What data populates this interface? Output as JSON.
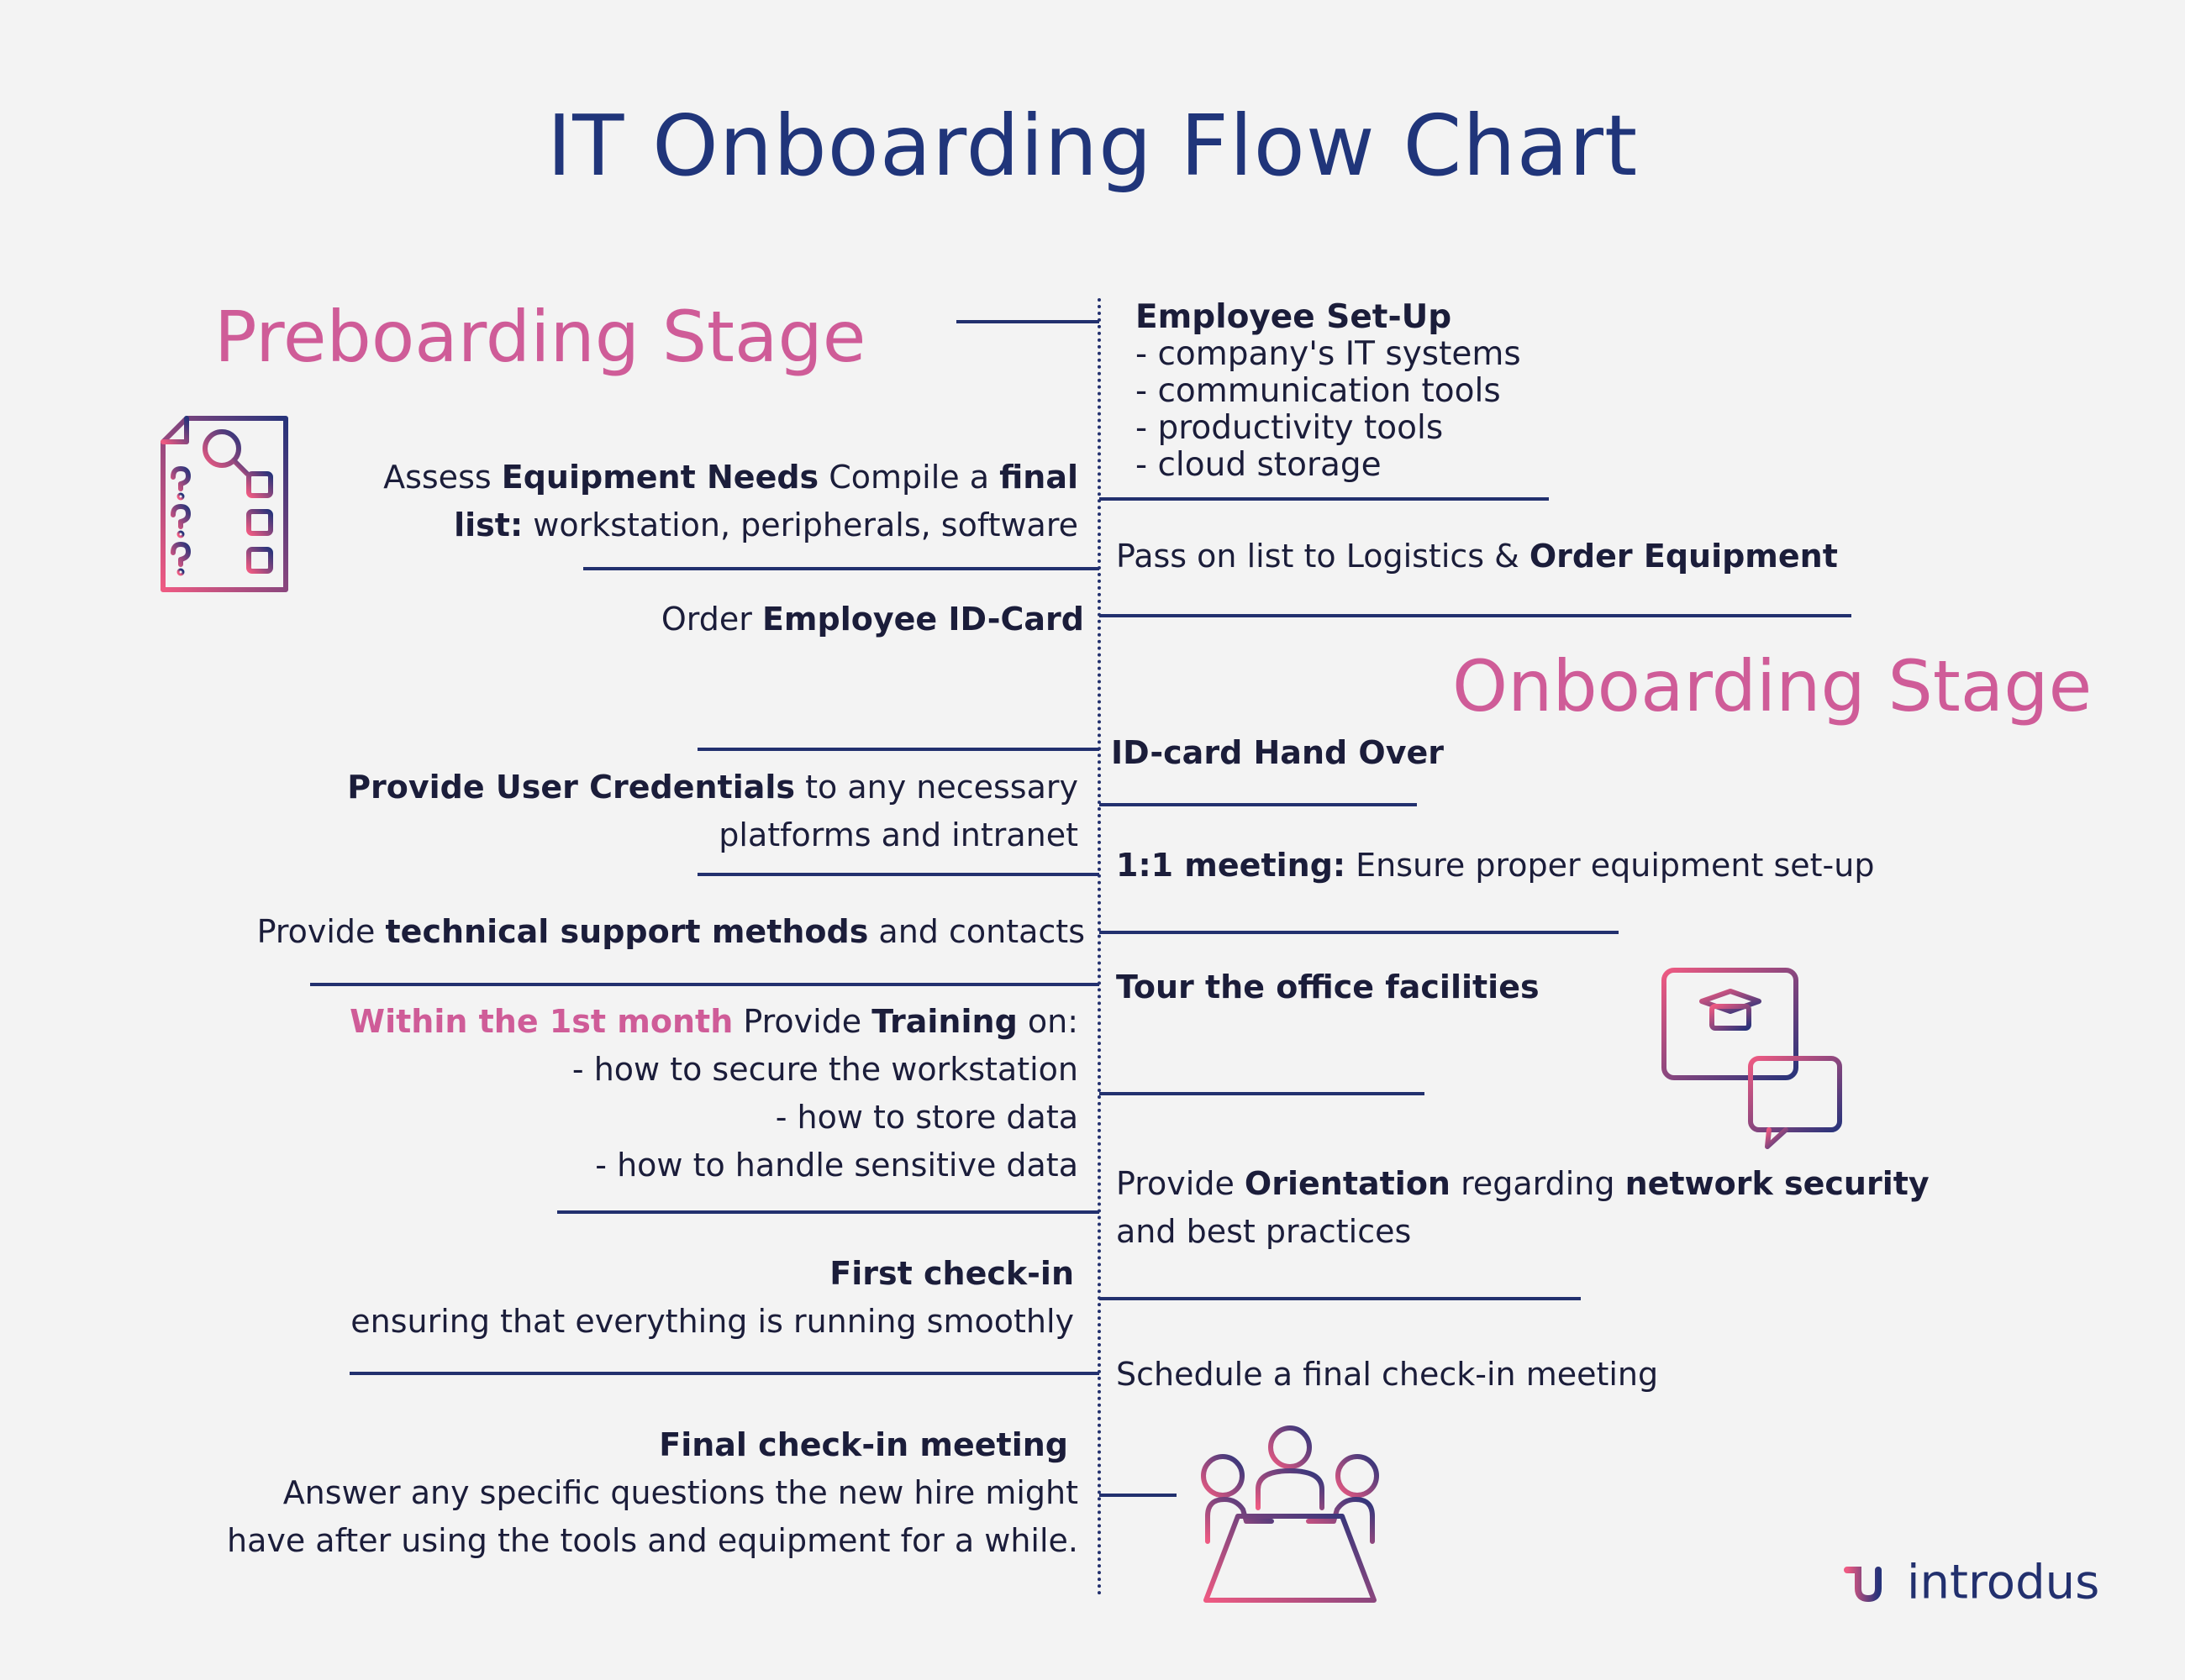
{
  "title": "IT Onboarding Flow Chart",
  "preboarding": {
    "heading": "Preboarding Stage",
    "employee_setup": {
      "heading": "Employee Set-Up",
      "items": [
        "- company's IT systems",
        "- communication tools",
        "- productivity tools",
        "- cloud storage"
      ]
    },
    "assess": {
      "pre": "Assess ",
      "bold1": "Equipment Needs",
      "mid": " Compile a ",
      "bold2": "final",
      "bold3": "list:",
      "rest": " workstation, peripherals, software"
    },
    "order_equipment": {
      "pre": "Pass on list to Logistics & ",
      "bold": "Order Equipment"
    },
    "order_id": {
      "pre": "Order ",
      "bold": "Employee ID-Card"
    }
  },
  "onboarding": {
    "heading": "Onboarding Stage",
    "id_handover": "ID-card Hand Over",
    "credentials": {
      "bold": "Provide User Credentials",
      "rest": " to any necessary",
      "line2": "platforms and intranet"
    },
    "meeting": {
      "bold": "1:1 meeting:",
      "rest": " Ensure proper equipment set-up"
    },
    "support": {
      "pre": "Provide ",
      "bold": "technical support methods",
      "post": " and contacts"
    },
    "tour": "Tour the office facilities",
    "training": {
      "highlight": "Within the 1st month",
      "pre": " Provide ",
      "bold": "Training",
      "post": " on:",
      "items": [
        "- how to secure the workstation",
        "- how to store data",
        "- how to handle sensitive data"
      ]
    },
    "orientation": {
      "pre": "Provide ",
      "bold1": "Orientation",
      "mid": " regarding ",
      "bold2": "network security",
      "line2": "and best practices"
    },
    "first_checkin": {
      "heading": "First check-in",
      "text": "ensuring that everything is running smoothly"
    },
    "schedule": "Schedule a final check-in meeting",
    "final_meeting": {
      "heading": "Final check-in meeting",
      "line1": "Answer any specific questions the new hire might",
      "line2": "have after using the tools and equipment for a while."
    }
  },
  "brand": "introdus",
  "colors": {
    "navy": "#22306e",
    "pink": "#cf5c98",
    "background": "#f3f3f3"
  },
  "icons": [
    "checklist-icon",
    "online-training-icon",
    "team-meeting-icon",
    "introdus-logo-icon"
  ]
}
